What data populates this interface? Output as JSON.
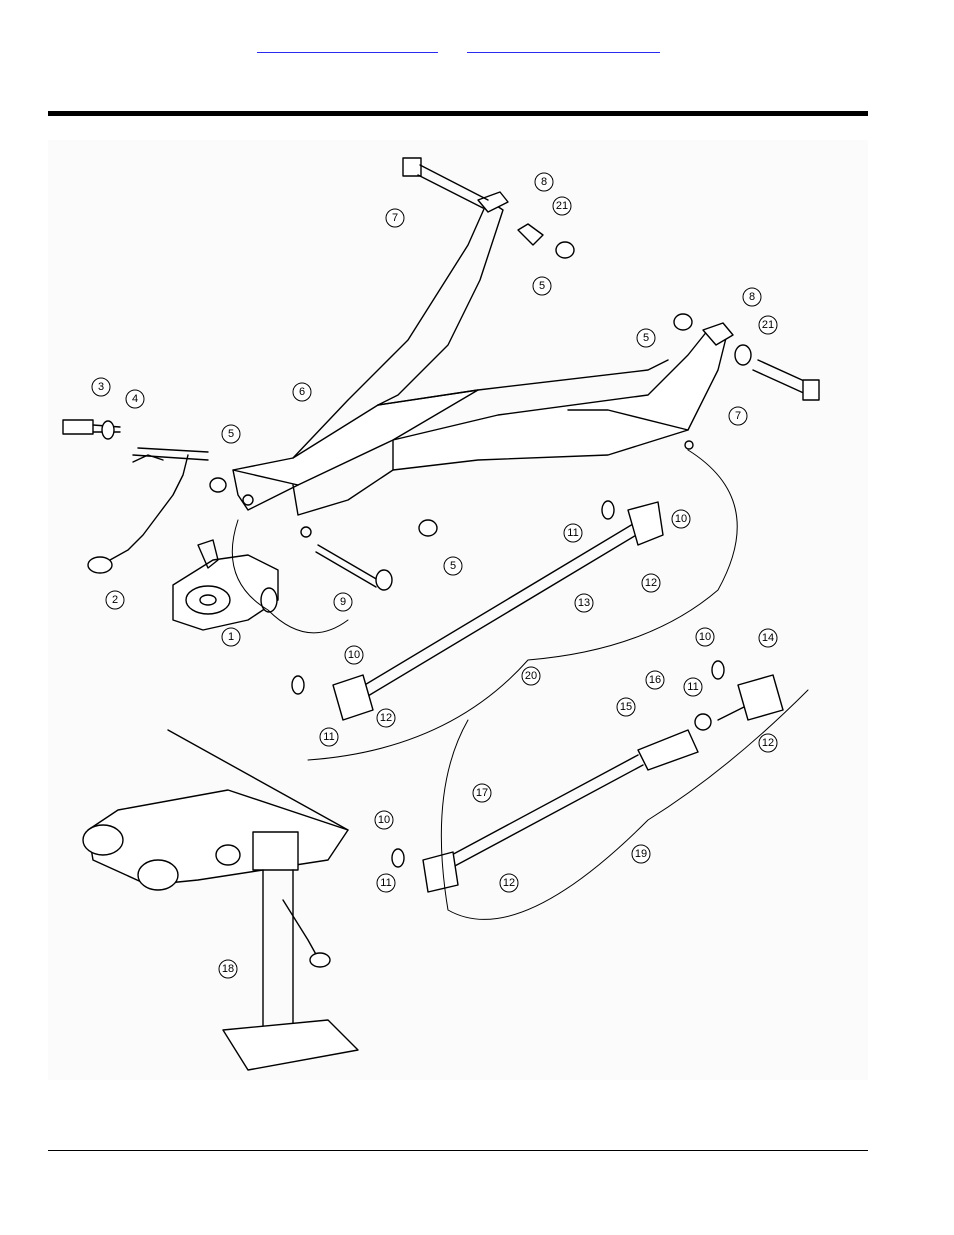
{
  "header": {
    "links": [
      {
        "label": ""
      },
      {
        "label": ""
      }
    ]
  },
  "diagram": {
    "callouts": [
      "1",
      "2",
      "3",
      "4",
      "5",
      "5",
      "5",
      "5",
      "6",
      "7",
      "7",
      "8",
      "8",
      "9",
      "10",
      "10",
      "10",
      "10",
      "11",
      "11",
      "11",
      "11",
      "12",
      "12",
      "12",
      "12",
      "13",
      "14",
      "15",
      "16",
      "17",
      "18",
      "19",
      "20",
      "21",
      "21"
    ]
  }
}
